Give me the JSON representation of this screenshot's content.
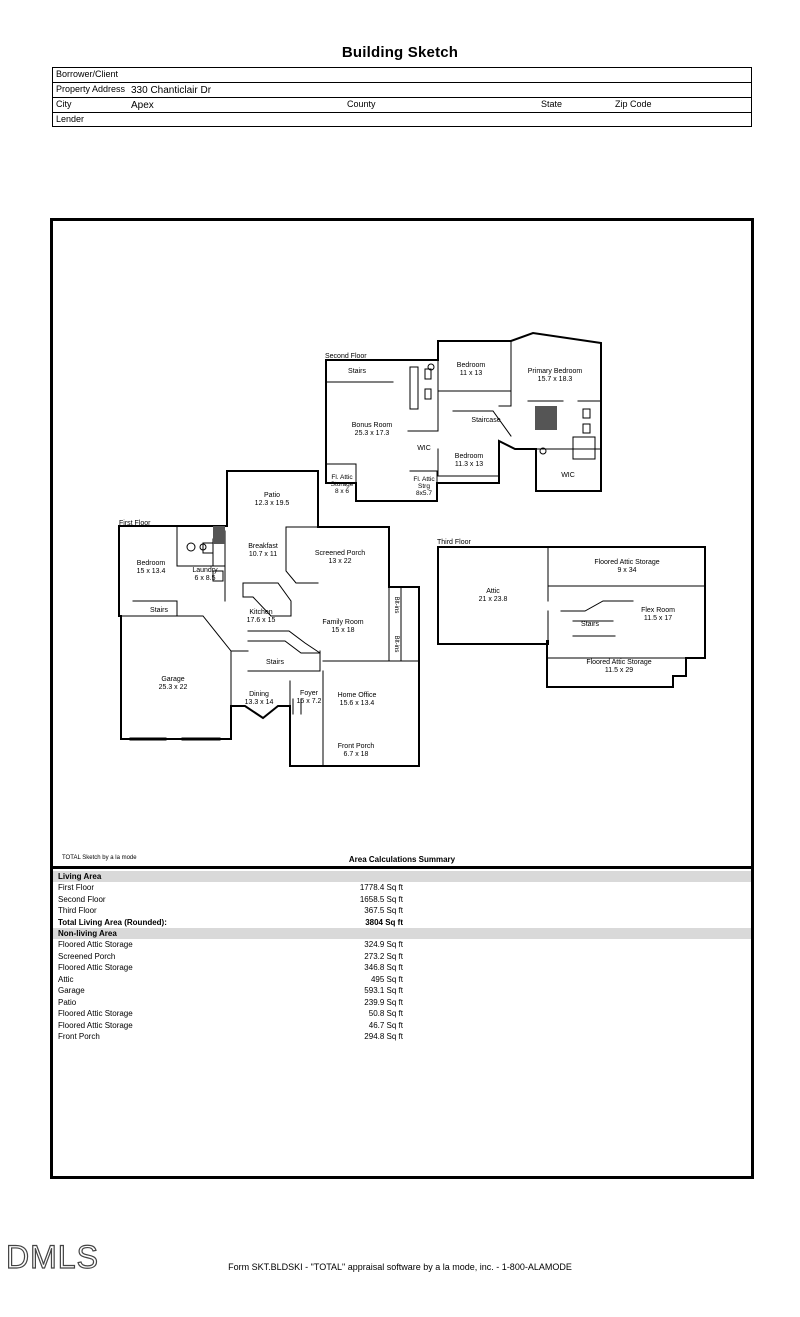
{
  "title": "Building Sketch",
  "header": {
    "borrower_label": "Borrower/Client",
    "property_label": "Property Address",
    "property_value": "330 Chanticlair Dr",
    "city_label": "City",
    "city_value": "Apex",
    "county_label": "County",
    "state_label": "State",
    "zip_label": "Zip Code",
    "lender_label": "Lender"
  },
  "floors": {
    "first": "First Floor",
    "second": "Second Floor",
    "third": "Third Floor"
  },
  "rooms": {
    "bedroom1": {
      "name": "Bedroom",
      "dim": "15 x 13.4"
    },
    "laundry": {
      "name": "Laundry",
      "dim": "6 x 8.5"
    },
    "breakfast": {
      "name": "Breakfast",
      "dim": "10.7 x 11"
    },
    "patio": {
      "name": "Patio",
      "dim": "12.3 x 19.5"
    },
    "screened": {
      "name": "Screened Porch",
      "dim": "13 x 22"
    },
    "kitchen": {
      "name": "Kitchen",
      "dim": "17.6 x 15"
    },
    "family": {
      "name": "Family Room",
      "dim": "15 x 18"
    },
    "garage": {
      "name": "Garage",
      "dim": "25.3 x 22"
    },
    "dining": {
      "name": "Dining",
      "dim": "13.3 x 14"
    },
    "foyer": {
      "name": "Foyer",
      "dim": "16 x 7.2"
    },
    "office": {
      "name": "Home Office",
      "dim": "15.6 x 13.4"
    },
    "front_porch": {
      "name": "Front Porch",
      "dim": "6.7 x 18"
    },
    "stairs": "Stairs",
    "blt_ins": "Blt-ins",
    "bonus": {
      "name": "Bonus Room",
      "dim": "25.3 x 17.3"
    },
    "bedroom2": {
      "name": "Bedroom",
      "dim": "11 x 13"
    },
    "primary": {
      "name": "Primary Bedroom",
      "dim": "15.7 x 18.3"
    },
    "staircase": "Staircase",
    "wic": "WIC",
    "bedroom3": {
      "name": "Bedroom",
      "dim": "11.3 x 13"
    },
    "fl_attic1": {
      "line1": "Fl. Attic",
      "line2": "Storage",
      "dim": "8 x 6"
    },
    "fl_attic2": {
      "line1": "Fl. Attic",
      "line2": "Strg",
      "dim": "8x5.7"
    },
    "attic": {
      "name": "Attic",
      "dim": "21 x 23.8"
    },
    "floored_attic_a": {
      "name": "Floored Attic Storage",
      "dim": "9 x 34"
    },
    "flex": {
      "name": "Flex Room",
      "dim": "11.5 x 17"
    },
    "floored_attic_b": {
      "name": "Floored Attic Storage",
      "dim": "11.5 x 29"
    }
  },
  "credit": "TOTAL Sketch by a la mode",
  "calc": {
    "title": "Area Calculations Summary",
    "living_title": "Living Area",
    "living": [
      {
        "label": "First Floor",
        "value": "1778.4 Sq ft"
      },
      {
        "label": "Second Floor",
        "value": "1658.5 Sq ft"
      },
      {
        "label": "Third Floor",
        "value": "367.5 Sq ft"
      }
    ],
    "total_label": "Total Living Area (Rounded):",
    "total_value": "3804 Sq ft",
    "nonliving_title": "Non-living Area",
    "nonliving": [
      {
        "label": "Floored Attic Storage",
        "value": "324.9 Sq ft"
      },
      {
        "label": "Screened Porch",
        "value": "273.2 Sq ft"
      },
      {
        "label": "Floored Attic Storage",
        "value": "346.8 Sq ft"
      },
      {
        "label": "Attic",
        "value": "495 Sq ft"
      },
      {
        "label": "Garage",
        "value": "593.1 Sq ft"
      },
      {
        "label": "Patio",
        "value": "239.9 Sq ft"
      },
      {
        "label": "Floored Attic Storage",
        "value": "50.8 Sq ft"
      },
      {
        "label": "Floored Attic Storage",
        "value": "46.7 Sq ft"
      },
      {
        "label": "Front Porch",
        "value": "294.8 Sq ft"
      }
    ]
  },
  "logo": "DMLS",
  "footer": "Form SKT.BLDSKI - \"TOTAL\" appraisal software by a la mode, inc. - 1-800-ALAMODE"
}
